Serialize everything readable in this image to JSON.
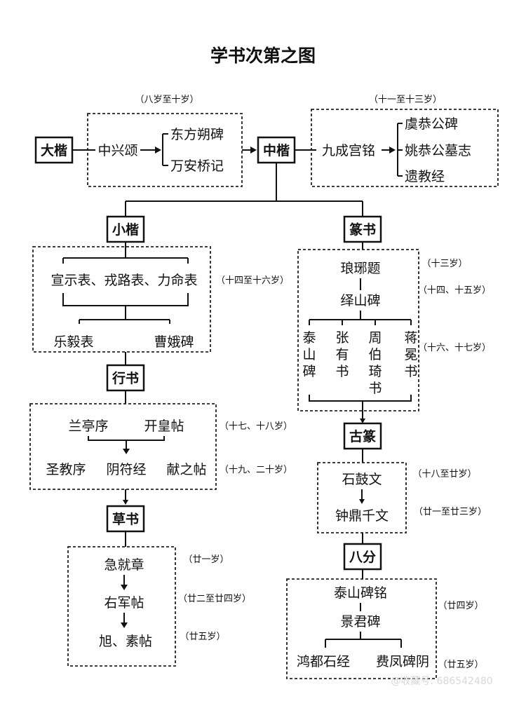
{
  "title": "学书次第之图",
  "ages": {
    "a8_10": "（八岁至十岁）",
    "a11_13": "（十一至十三岁）",
    "a13": "（十三岁）",
    "a14_16": "（十四至十六岁）",
    "a14_15": "（十四、十五岁）",
    "a16_17": "（十六、十七岁）",
    "a17_18": "（十七、十八岁）",
    "a19_20": "（十九、二十岁）",
    "a18_20": "（十八至廿岁）",
    "a21_23": "（廿一至廿三岁）",
    "a21": "（廿一岁）",
    "a22_24": "（廿二至廿四岁）",
    "a24": "（廿四岁）",
    "a25a": "（廿五岁）",
    "a25b": "（廿五岁）"
  },
  "styles": {
    "dakai": "大楷",
    "zhongkai": "中楷",
    "xiaokai": "小楷",
    "zhuanshu": "篆书",
    "xingshu": "行书",
    "caoshu": "草书",
    "guzhuan": "古篆",
    "bafen": "八分"
  },
  "works": {
    "zhongxingsong": "中兴颂",
    "dongfangshuo": "东方朔碑",
    "wananqiao": "万安桥记",
    "jiuchenggong": "九成宫铭",
    "yugong": "虞恭公碑",
    "yaogong": "姚恭公墓志",
    "yijiao": "遗教经",
    "xuanshi": "宣示表、戎路表、力命表",
    "leyi": "乐毅表",
    "cao_e": "曹娥碑",
    "langya": "琅琊题",
    "yishan": "绎山碑",
    "taishan_col": "泰山碑",
    "zhangyou_col": "张有书",
    "zhoubo_col": "周伯琦书",
    "jiangmian_col": "蒋冕书",
    "lanting": "兰亭序",
    "kaihuang": "开皇帖",
    "shengjiao": "圣教序",
    "yinfu": "阴符经",
    "xianzhi": "献之帖",
    "shigu": "石鼓文",
    "zhongding": "钟鼎千文",
    "jijiu": "急就章",
    "youjun": "右军帖",
    "xusu": "旭、素帖",
    "taishanming": "泰山碑铭",
    "jingjun": "景君碑",
    "hongdu": "鸿都石经",
    "feifeng": "费凤碑阴"
  },
  "watermark": "@收藏号: 686542480"
}
